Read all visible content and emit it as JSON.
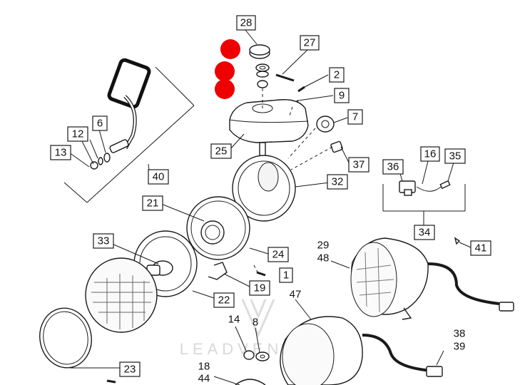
{
  "callouts": [
    {
      "id": "28",
      "label": "28"
    },
    {
      "id": "27",
      "label": "27"
    },
    {
      "id": "2",
      "label": "2"
    },
    {
      "id": "9",
      "label": "9"
    },
    {
      "id": "7",
      "label": "7"
    },
    {
      "id": "6",
      "label": "6"
    },
    {
      "id": "12",
      "label": "12"
    },
    {
      "id": "13",
      "label": "13"
    },
    {
      "id": "40",
      "label": "40"
    },
    {
      "id": "25",
      "label": "25"
    },
    {
      "id": "37",
      "label": "37"
    },
    {
      "id": "36",
      "label": "36"
    },
    {
      "id": "16",
      "label": "16"
    },
    {
      "id": "35",
      "label": "35"
    },
    {
      "id": "34",
      "label": "34"
    },
    {
      "id": "32",
      "label": "32"
    },
    {
      "id": "21",
      "label": "21"
    },
    {
      "id": "24",
      "label": "24"
    },
    {
      "id": "33",
      "label": "33"
    },
    {
      "id": "1",
      "label": "1"
    },
    {
      "id": "19",
      "label": "19"
    },
    {
      "id": "22",
      "label": "22"
    },
    {
      "id": "41",
      "label": "41"
    },
    {
      "id": "23",
      "label": "23"
    }
  ],
  "plain_labels": {
    "l29": "29",
    "l48": "48",
    "l47": "47",
    "l14": "14",
    "l8": "8",
    "l38": "38",
    "l39": "39",
    "l18": "18",
    "l44": "44"
  },
  "watermark": "LEADVENTURE",
  "colors": {
    "marker": "#ee0000",
    "line": "#1a1a1a"
  }
}
